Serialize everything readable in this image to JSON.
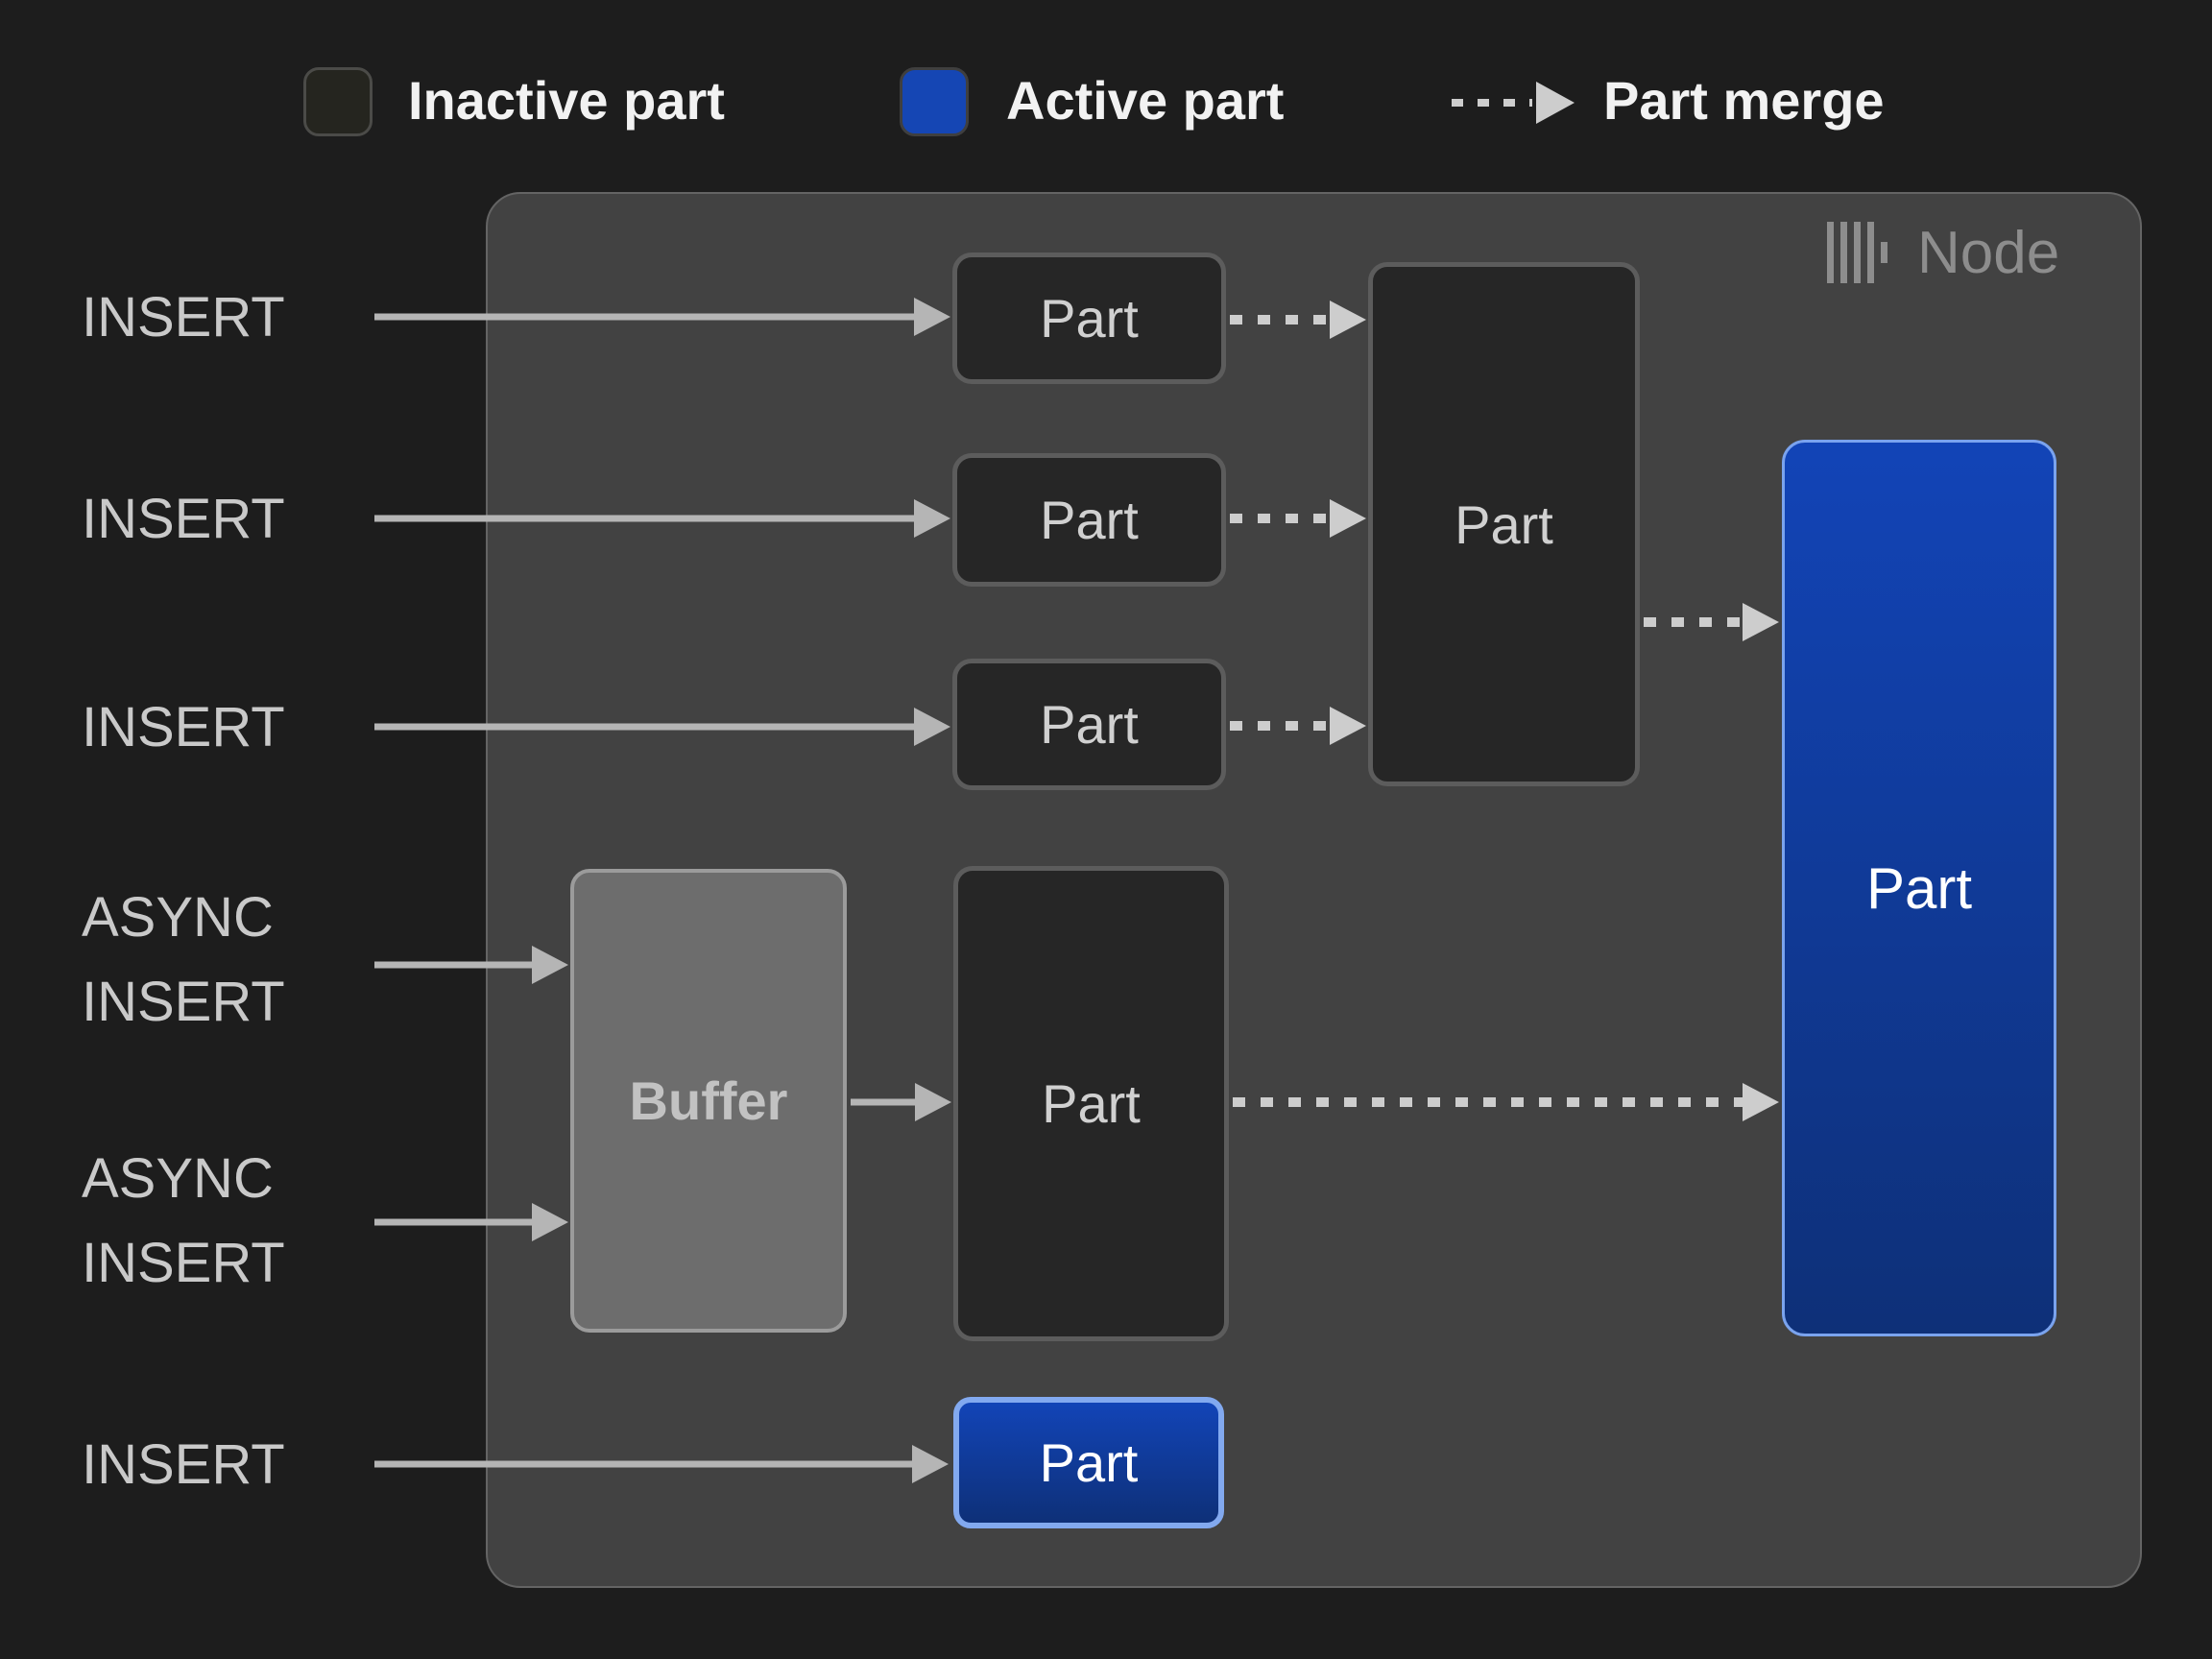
{
  "legend": {
    "inactive_label": "Inactive part",
    "active_label": "Active part",
    "merge_label": "Part merge"
  },
  "node": {
    "title": "Node"
  },
  "inputs": [
    {
      "id": "insert-1",
      "label": "INSERT"
    },
    {
      "id": "insert-2",
      "label": "INSERT"
    },
    {
      "id": "insert-3",
      "label": "INSERT"
    },
    {
      "id": "async-insert-1",
      "label": "ASYNC\nINSERT"
    },
    {
      "id": "async-insert-2",
      "label": "ASYNC\nINSERT"
    },
    {
      "id": "insert-4",
      "label": "INSERT"
    }
  ],
  "boxes": {
    "part_top_1": {
      "label": "Part",
      "state": "inactive"
    },
    "part_top_2": {
      "label": "Part",
      "state": "inactive"
    },
    "part_top_3": {
      "label": "Part",
      "state": "inactive"
    },
    "part_merged": {
      "label": "Part",
      "state": "inactive"
    },
    "buffer": {
      "label": "Buffer"
    },
    "part_buffered": {
      "label": "Part",
      "state": "inactive"
    },
    "part_active_main": {
      "label": "Part",
      "state": "active"
    },
    "part_active_bottom": {
      "label": "Part",
      "state": "active"
    }
  },
  "colors": {
    "background": "#1d1d1d",
    "node_fill": "#424242",
    "node_border": "#646464",
    "inactive_fill": "#262626",
    "inactive_border": "#5c5c5c",
    "active_fill_top": "#1244b7",
    "active_fill_bottom": "#0e3078",
    "active_border": "#7aa3ee",
    "buffer_fill": "#6d6d6d",
    "buffer_border": "#9b9b9b",
    "arrow_solid": "#b5b5b5",
    "arrow_dashed": "#cdcdcd",
    "text_light": "#f2f2f2",
    "text_gray": "#c9c9c9",
    "box_text": "#d0d0d0",
    "node_title": "#8d8d8d"
  }
}
